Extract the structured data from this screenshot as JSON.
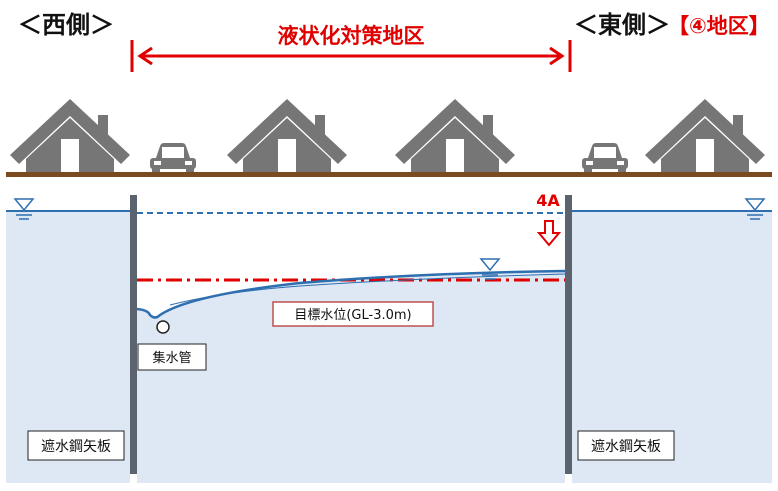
{
  "labels": {
    "west": "＜西側＞",
    "east": "＜東側＞",
    "district": "【④地区】",
    "zone": "液状化対策地区",
    "point": "4A",
    "target_level": "目標水位(GL-3.0m)",
    "collector": "集水管",
    "sheet_pile_left": "遮水鋼矢板",
    "sheet_pile_right": "遮水鋼矢板"
  },
  "colors": {
    "red": "#e00000",
    "house": "#767676",
    "ground": "#7b4a1e",
    "water_fill": "#dde8f4",
    "water_line": "#2e6fb0",
    "pile": "#5a636e"
  },
  "icons": {
    "house": "house-icon",
    "car": "car-icon",
    "water_level": "water-level-triangle-icon",
    "down_arrow": "down-arrow-icon"
  }
}
